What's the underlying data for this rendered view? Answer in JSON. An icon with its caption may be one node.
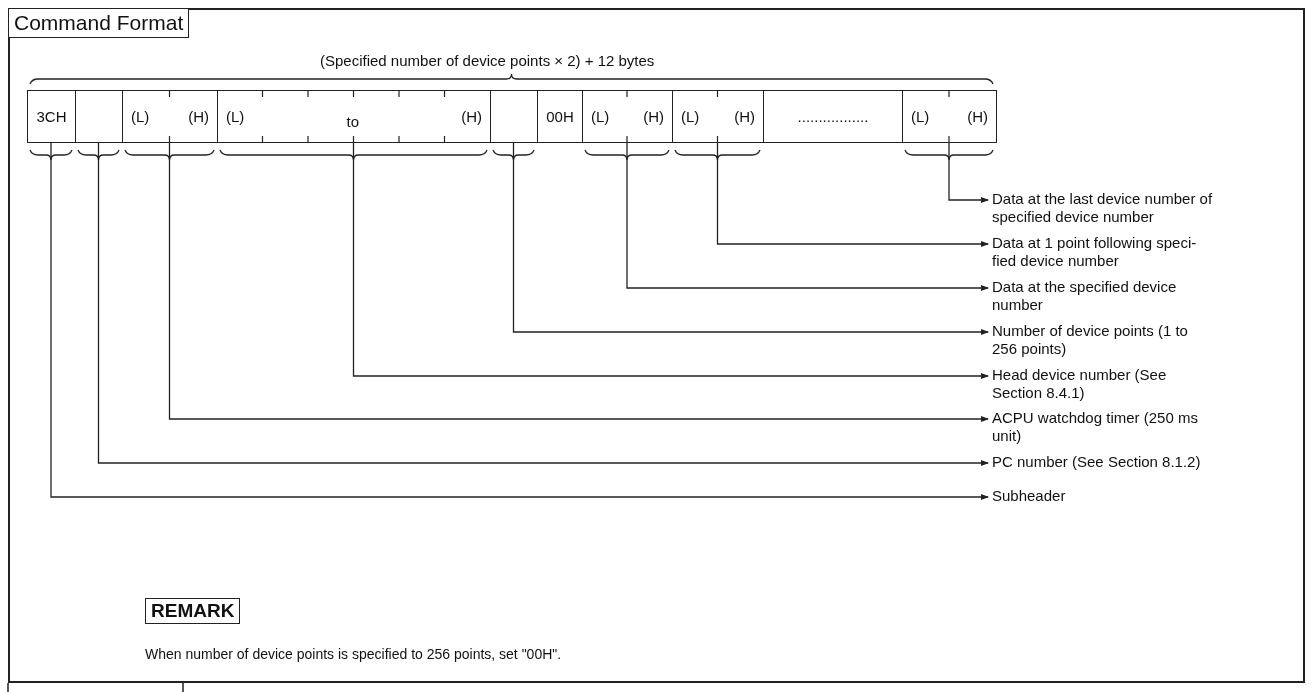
{
  "diagram": {
    "title": "Command Format",
    "nodes": [
      {
        "text": [
          "3CH"
        ]
      },
      {
        "text": [],
        "shape": "box"
      },
      {
        "text": [
          "(L)",
          "(H)"
        ]
      },
      {
        "text": [
          "(L)",
          "to",
          "(H)"
        ]
      },
      {
        "text": [],
        "shape": "box"
      },
      {
        "text": [
          "00H"
        ]
      },
      {
        "text": [
          "(L)",
          "(H)"
        ]
      },
      {
        "text": [
          "(L)",
          "(H)"
        ]
      },
      {
        "text": [
          "................."
        ]
      },
      {
        "text": [
          "(L)",
          "(H)"
        ]
      },
      {
        "text": [
          "Data at the last device number of specified device number"
        ]
      },
      {
        "text": [
          "Data at 1 point following speci-fied device number"
        ]
      },
      {
        "text": [
          "Data at the specified device number"
        ]
      },
      {
        "text": [
          "Number of device points (1 to 256 points)"
        ]
      },
      {
        "text": [
          "Head device number (See Section 8.4.1)"
        ]
      },
      {
        "text": [
          "ACPU watchdog timer (250 ms unit)"
        ]
      },
      {
        "text": [
          "PC number (See Section 8.1.2)"
        ]
      },
      {
        "text": [
          "Subheader"
        ]
      }
    ],
    "edges": [
      {
        "from": 9,
        "to": 10,
        "arrow": "to"
      },
      {
        "from": 7,
        "to": 11,
        "arrow": "to"
      },
      {
        "from": 6,
        "to": 12,
        "arrow": "to"
      },
      {
        "from": 4,
        "to": 13,
        "arrow": "to"
      },
      {
        "from": 3,
        "to": 14,
        "arrow": "to"
      },
      {
        "from": 2,
        "to": 15,
        "arrow": "to"
      },
      {
        "from": 1,
        "to": 16,
        "arrow": "to"
      },
      {
        "from": 0,
        "to": 17,
        "arrow": "to"
      }
    ],
    "labels": [
      "(Specified number of device points × 2) + 12 bytes",
      "REMARK",
      "When number of device points is specified to 256 points, set \"00H\"."
    ]
  }
}
